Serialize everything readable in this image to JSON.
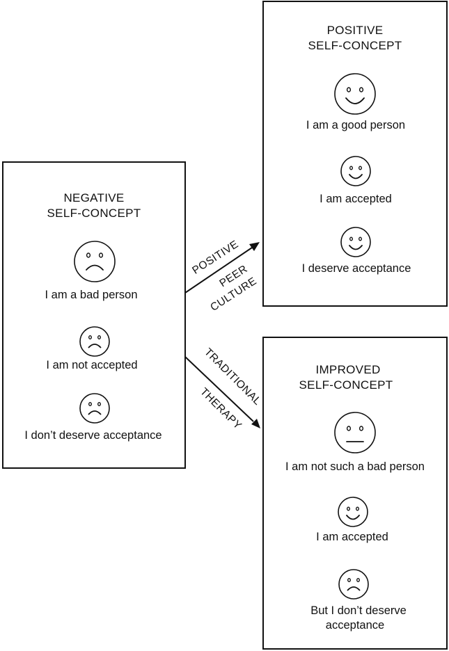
{
  "negative_box": {
    "title_line1": "NEGATIVE",
    "title_line2": "SELF-CONCEPT",
    "statements": [
      {
        "text": "I am a bad person",
        "face": "frown-face-icon"
      },
      {
        "text": "I am not accepted",
        "face": "frown-face-icon"
      },
      {
        "text": "I don’t deserve acceptance",
        "face": "frown-face-icon"
      }
    ]
  },
  "positive_box": {
    "title_line1": "POSITIVE",
    "title_line2": "SELF-CONCEPT",
    "statements": [
      {
        "text": "I am a good person",
        "face": "smile-face-icon"
      },
      {
        "text": "I am accepted",
        "face": "smile-face-icon"
      },
      {
        "text": "I deserve acceptance",
        "face": "smile-face-icon"
      }
    ]
  },
  "improved_box": {
    "title_line1": "IMPROVED",
    "title_line2": "SELF-CONCEPT",
    "statements": [
      {
        "text": "I am not such a bad person",
        "face": "neutral-face-icon"
      },
      {
        "text": "I am accepted",
        "face": "smile-face-icon"
      },
      {
        "text_line1": "But I don’t deserve",
        "text_line2": "acceptance",
        "face": "frown-face-icon"
      }
    ]
  },
  "arrows": {
    "positive_peer_culture": {
      "line1": "POSITIVE",
      "line2": "PEER",
      "line3": "CULTURE"
    },
    "traditional_therapy": {
      "line1": "TRADITIONAL",
      "line2": "THERAPY"
    }
  }
}
